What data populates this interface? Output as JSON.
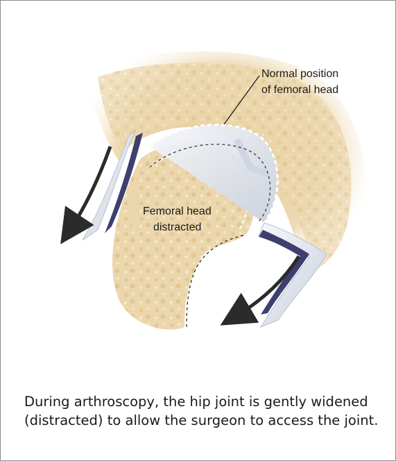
{
  "diagram": {
    "labels": {
      "normal_position_line1": "Normal position",
      "normal_position_line2": "of femoral head",
      "femoral_distracted_line1": "Femoral head",
      "femoral_distracted_line2": "distracted"
    },
    "caption": "During arthroscopy, the hip joint is gently widened (distracted) to allow the surgeon to access the joint.",
    "colors": {
      "bone": "#e9d1a3",
      "bone_dark": "#d9b87f",
      "cartilage": "#eef1f6",
      "cartilage_shade": "#c7cfdc",
      "joint_space": "#3e3f6e",
      "arrow": "#2b2b2b",
      "border": "#8c8c8c"
    }
  }
}
